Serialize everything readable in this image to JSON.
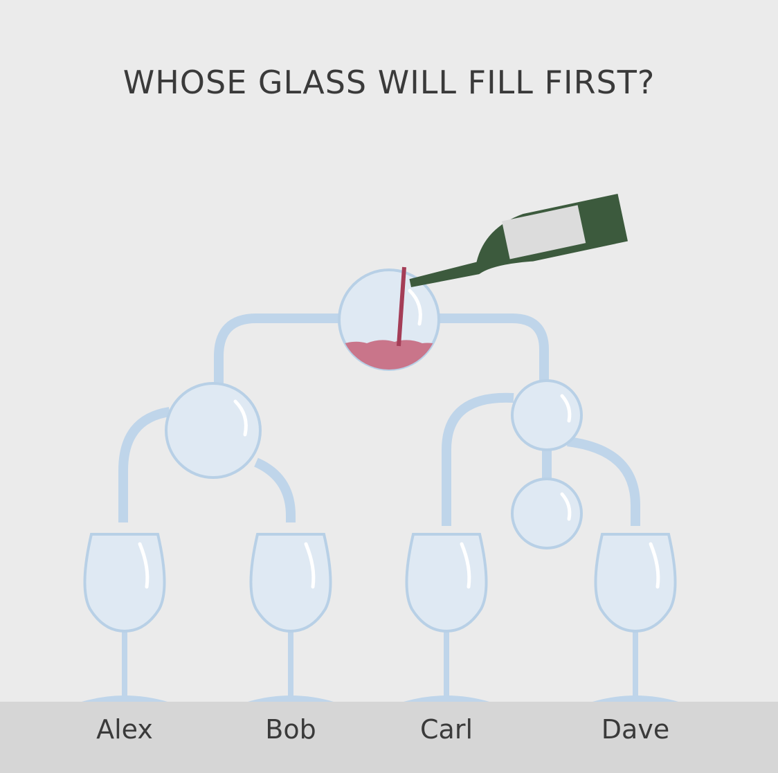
{
  "title": "WHOSE GLASS WILL FILL FIRST?",
  "people": [
    "Alex",
    "Bob",
    "Carl",
    "Dave"
  ],
  "colors": {
    "background": "#ebebeb",
    "floor": "#d6d6d6",
    "glass_fill": "#dfe9f3",
    "glass_stroke": "#b8d0e6",
    "wine": "#c9758a",
    "wine_stream": "#a43d57",
    "bottle": "#3c5a3d",
    "label": "#dcdcdc"
  }
}
